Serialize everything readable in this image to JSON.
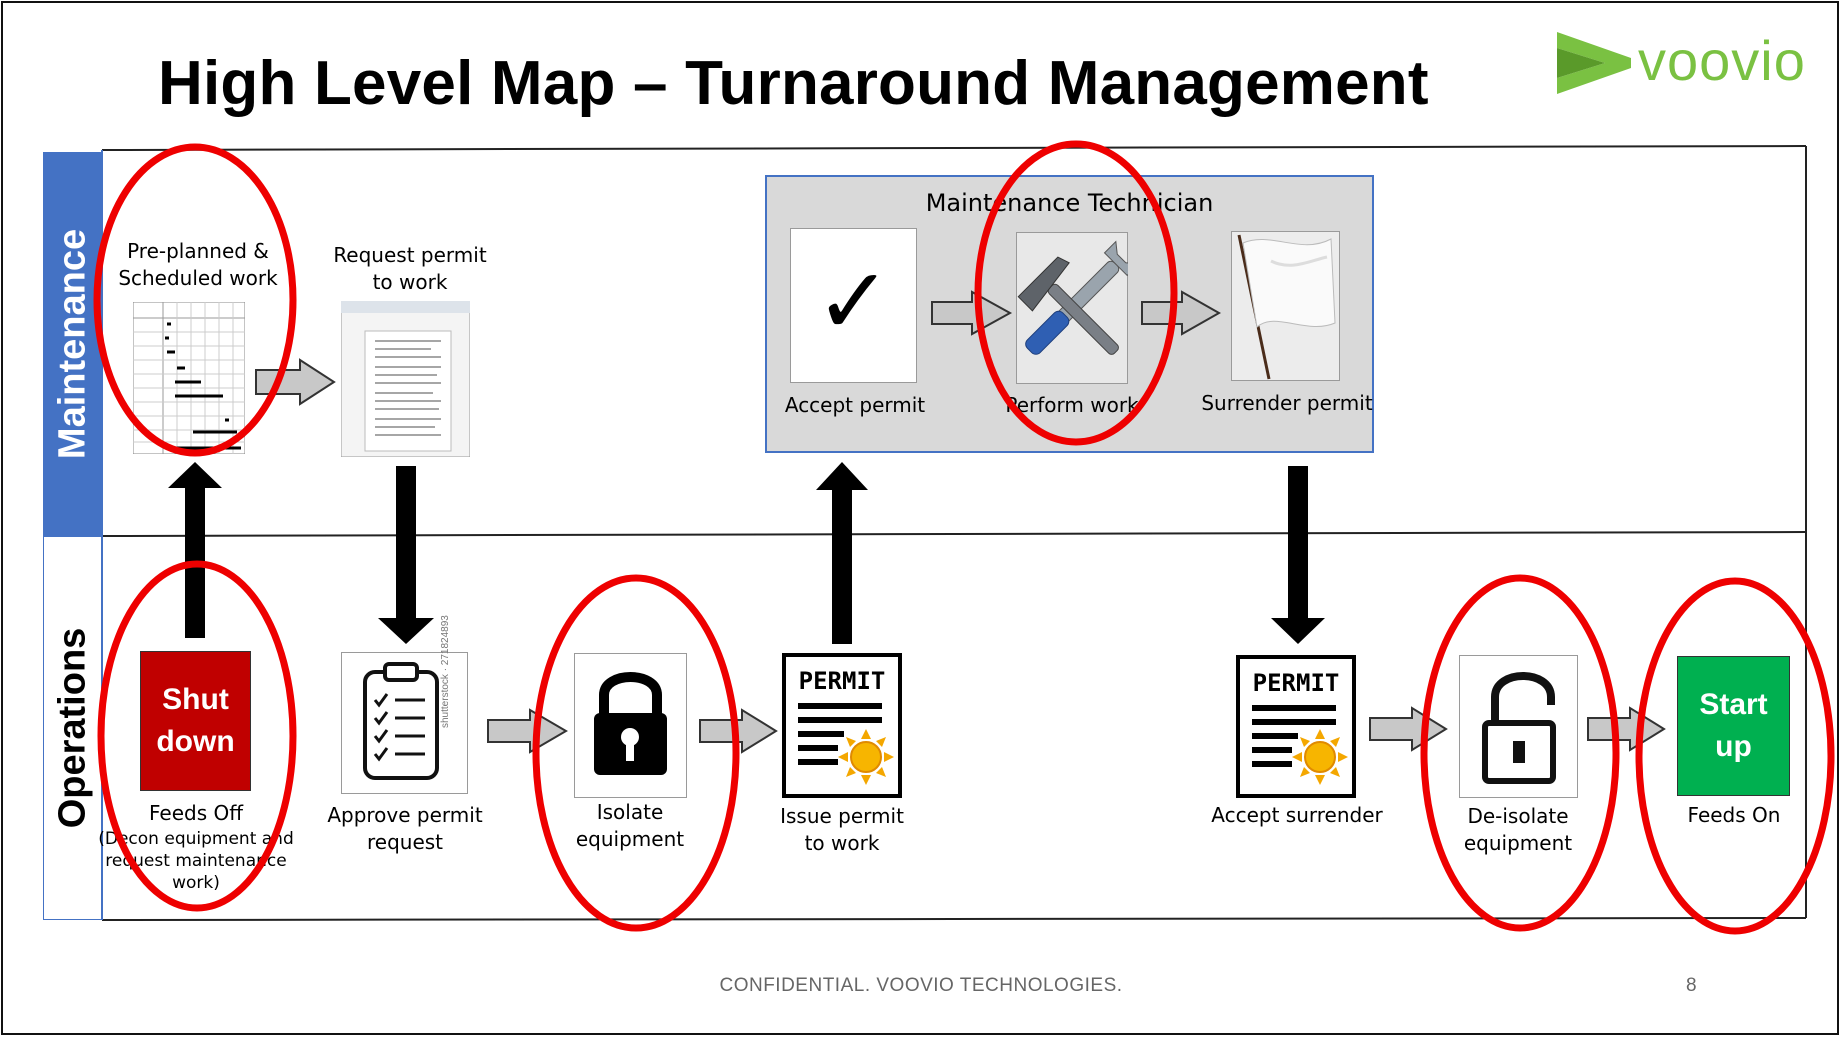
{
  "title": "High Level Map – Turnaround Management",
  "logo": {
    "text": "voovio",
    "color": "#7ac142"
  },
  "lanes": {
    "maintenance": "Maintenance",
    "operations": "Operations"
  },
  "maintenance_group": {
    "title": "Maintenance Technician"
  },
  "steps": {
    "preplanned": {
      "label_line1": "Pre-planned &",
      "label_line2": "Scheduled work",
      "icon": "gantt-schedule-icon"
    },
    "request_permit": {
      "label_line1": "Request permit",
      "label_line2": "to work",
      "icon": "document-form-icon"
    },
    "accept_permit": {
      "label": "Accept permit",
      "icon_glyph": "✓"
    },
    "perform_work": {
      "label": "Perform work",
      "icon": "wrench-hammer-icon"
    },
    "surrender_permit": {
      "label": "Surrender permit",
      "icon": "white-flag-icon"
    },
    "shutdown": {
      "button": "Shut down",
      "label": "Feeds Off",
      "sublabel_line1": "(Decon equipment and",
      "sublabel_line2": "request maintenance",
      "sublabel_line3": "work)"
    },
    "approve_permit": {
      "label_line1": "Approve permit",
      "label_line2": "request",
      "watermark": "shutterstock · 271824893",
      "icon": "clipboard-checklist-icon"
    },
    "isolate": {
      "label_line1": "Isolate",
      "label_line2": "equipment",
      "icon": "padlock-locked-icon"
    },
    "issue_permit": {
      "label_line1": "Issue permit",
      "label_line2": "to work",
      "badge": "PERMIT",
      "icon": "permit-certificate-icon"
    },
    "accept_surrender": {
      "label": "Accept surrender",
      "badge": "PERMIT",
      "icon": "permit-certificate-icon"
    },
    "deisolate": {
      "label_line1": "De-isolate",
      "label_line2": "equipment",
      "icon": "padlock-unlocked-icon"
    },
    "startup": {
      "button": "Start up",
      "label": "Feeds On"
    }
  },
  "highlight_color": "#ee0000",
  "lane_color": "#4472c4",
  "footer": {
    "text": "CONFIDENTIAL. VOOVIO TECHNOLOGIES.",
    "page": "8"
  }
}
